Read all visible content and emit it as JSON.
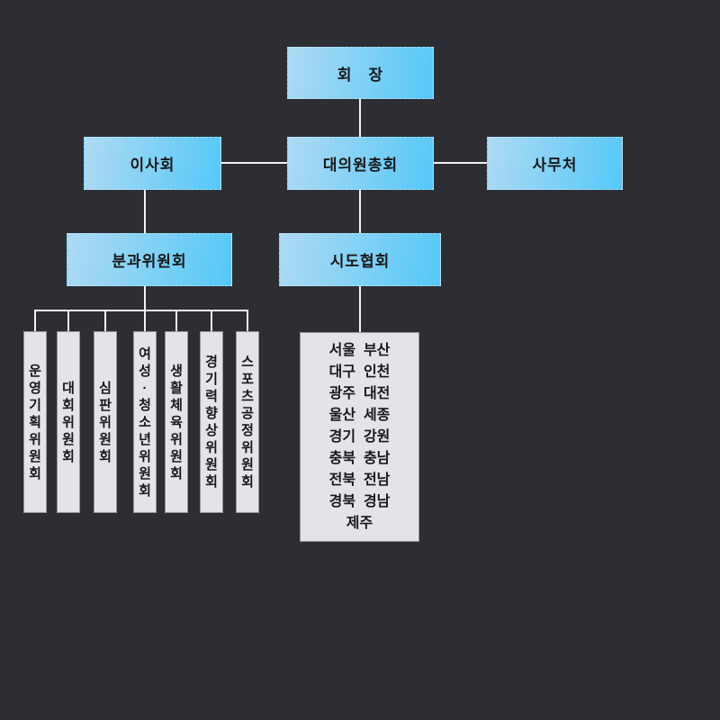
{
  "colors": {
    "page_background": "#2c2e33",
    "box_gradient_start": "#aedaf3",
    "box_gradient_end": "#55c8f8",
    "gray_box_fill": "#e3e4e8",
    "gray_box_border": "#94969b",
    "connector": "#f2f2f2",
    "text": "#17181a"
  },
  "org": {
    "chairman": "회　장",
    "board": "이사회",
    "delegates": "대의원총회",
    "secretariat": "사무처",
    "subcommittee": "분과위원회",
    "regional_assoc": "시도협회",
    "committees": [
      "운영기획위원회",
      "대회위원회",
      "심판위원회",
      "여성·청소년위원회",
      "생활체육위원회",
      "경기력향상위원회",
      "스포츠공정위원회"
    ],
    "regions": [
      "서울  부산",
      "대구  인천",
      "광주  대전",
      "울산  세종",
      "경기  강원",
      "충북  충남",
      "전북  전남",
      "경북  경남",
      "제주"
    ]
  }
}
